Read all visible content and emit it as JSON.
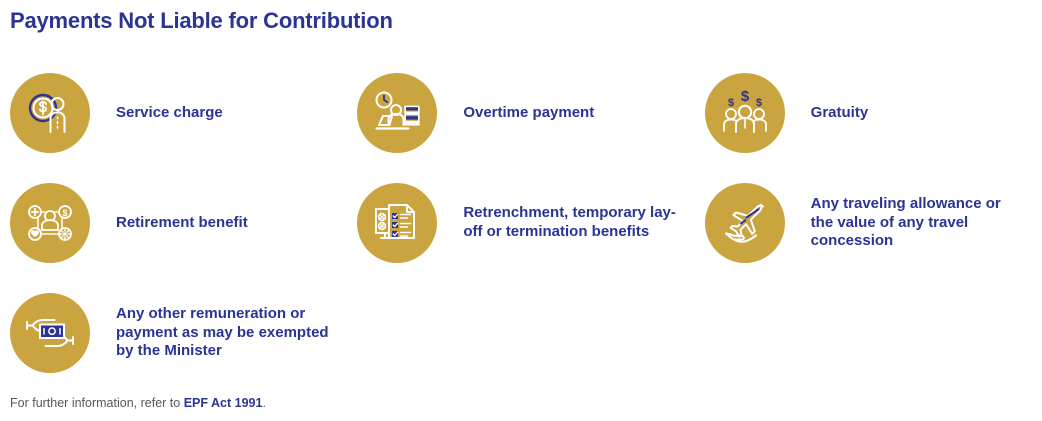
{
  "header": {
    "title": "Payments Not Liable for Contribution"
  },
  "colors": {
    "navy": "#2B3494",
    "gold": "#C9A43F",
    "icon_stroke": "#FFFFFF",
    "footer_text": "#54575C",
    "background": "#FFFFFF"
  },
  "items": [
    {
      "icon": "coin-person-icon",
      "label": "Service charge"
    },
    {
      "icon": "clock-desk-worker-icon",
      "label": "Overtime payment"
    },
    {
      "icon": "group-dollar-icon",
      "label": "Gratuity"
    },
    {
      "icon": "person-benefits-icon",
      "label": "Retirement benefit"
    },
    {
      "icon": "monitor-checklist-icon",
      "label": "Retrenchment, temporary lay-off or termination benefits"
    },
    {
      "icon": "airplane-hand-icon",
      "label": "Any traveling allowance or the value of any travel concession"
    },
    {
      "icon": "hands-banknote-icon",
      "label": "Any other remuneration or payment as may be exempted by the Minister"
    }
  ],
  "footer": {
    "prefix": "For further information, refer to ",
    "link": "EPF Act 1991",
    "suffix": "."
  }
}
